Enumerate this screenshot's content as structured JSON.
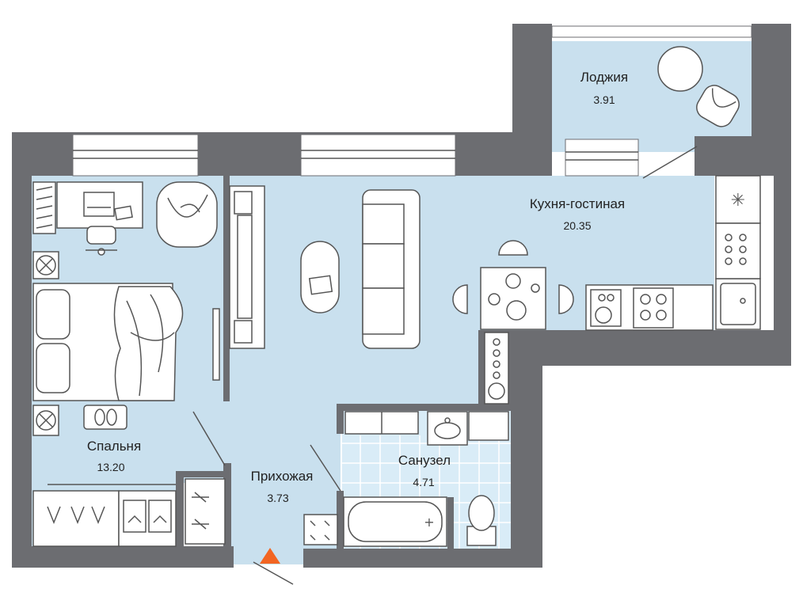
{
  "rooms": [
    {
      "key": "loggia",
      "name": "Лоджия",
      "area": "3.91"
    },
    {
      "key": "kitchen",
      "name": "Кухня-гостиная",
      "area": "20.35"
    },
    {
      "key": "bedroom",
      "name": "Спальня",
      "area": "13.20"
    },
    {
      "key": "hall",
      "name": "Прихожая",
      "area": "3.73"
    },
    {
      "key": "bath",
      "name": "Санузел",
      "area": "4.71"
    }
  ],
  "colors": {
    "floor": "#c9e0ee",
    "tile": "#d9ecf7",
    "wall": "#6c6d71",
    "entrance_marker": "#f26522"
  },
  "icons": {
    "entrance": "triangle-up-icon",
    "fridge": "snowflake-icon"
  }
}
